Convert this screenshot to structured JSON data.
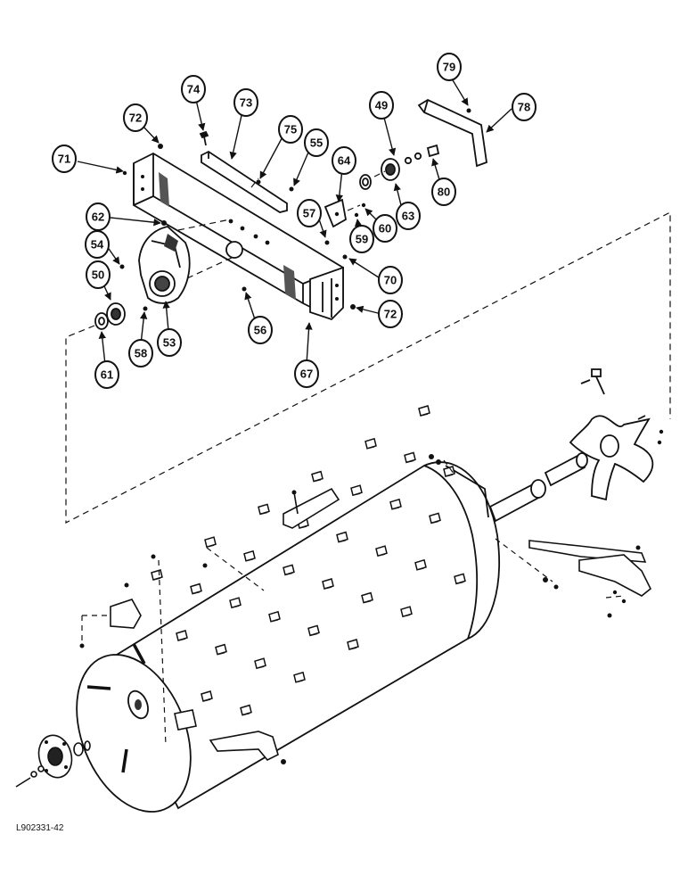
{
  "figure_id": "L902331-42",
  "colors": {
    "ink": "#111111",
    "paper": "#ffffff"
  },
  "callouts": [
    {
      "label": "71"
    },
    {
      "label": "72"
    },
    {
      "label": "74"
    },
    {
      "label": "73"
    },
    {
      "label": "75"
    },
    {
      "label": "55"
    },
    {
      "label": "49"
    },
    {
      "label": "79"
    },
    {
      "label": "78"
    },
    {
      "label": "64"
    },
    {
      "label": "62"
    },
    {
      "label": "54"
    },
    {
      "label": "57"
    },
    {
      "label": "59"
    },
    {
      "label": "60"
    },
    {
      "label": "63"
    },
    {
      "label": "80"
    },
    {
      "label": "50"
    },
    {
      "label": "70"
    },
    {
      "label": "72"
    },
    {
      "label": "58"
    },
    {
      "label": "53"
    },
    {
      "label": "56"
    },
    {
      "label": "61"
    },
    {
      "label": "67"
    }
  ]
}
